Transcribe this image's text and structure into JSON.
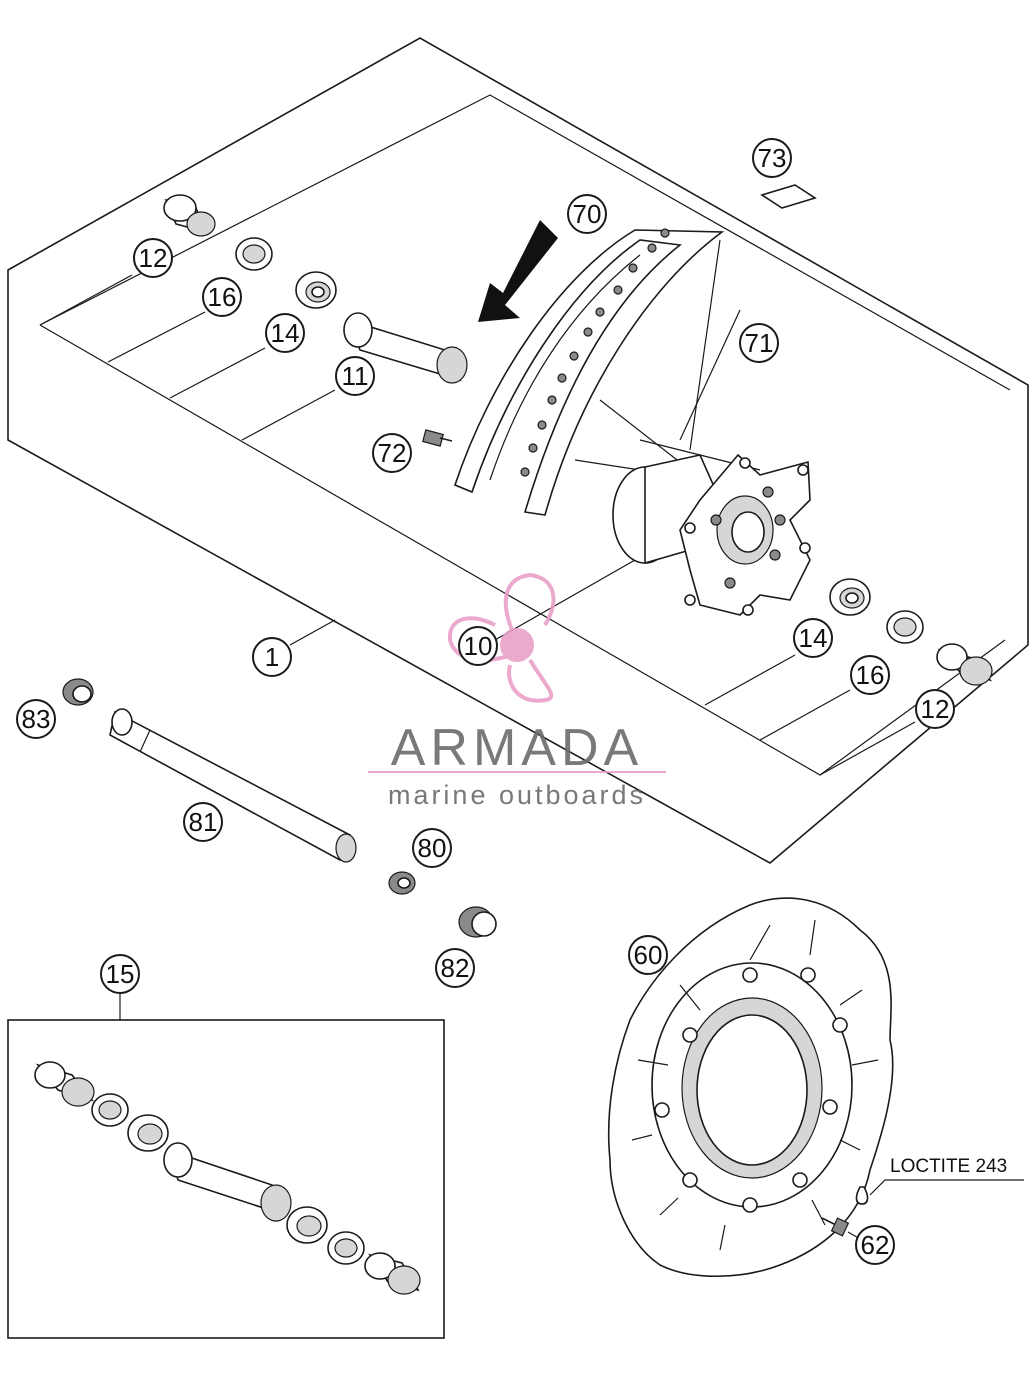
{
  "callouts": [
    {
      "id": "c73",
      "label": "73"
    },
    {
      "id": "c70",
      "label": "70"
    },
    {
      "id": "c71",
      "label": "71"
    },
    {
      "id": "c12a",
      "label": "12"
    },
    {
      "id": "c16a",
      "label": "16"
    },
    {
      "id": "c14a",
      "label": "14"
    },
    {
      "id": "c11",
      "label": "11"
    },
    {
      "id": "c72",
      "label": "72"
    },
    {
      "id": "c1",
      "label": "1"
    },
    {
      "id": "c10",
      "label": "10"
    },
    {
      "id": "c14b",
      "label": "14"
    },
    {
      "id": "c16b",
      "label": "16"
    },
    {
      "id": "c12b",
      "label": "12"
    },
    {
      "id": "c83",
      "label": "83"
    },
    {
      "id": "c81",
      "label": "81"
    },
    {
      "id": "c80",
      "label": "80"
    },
    {
      "id": "c82",
      "label": "82"
    },
    {
      "id": "c15",
      "label": "15"
    },
    {
      "id": "c60",
      "label": "60"
    },
    {
      "id": "c62",
      "label": "62"
    }
  ],
  "note": {
    "text": "LOCTITE 243"
  },
  "watermark": {
    "name": "ARMADA",
    "tagline": "marine outboards",
    "color": "#e8a0c8"
  }
}
